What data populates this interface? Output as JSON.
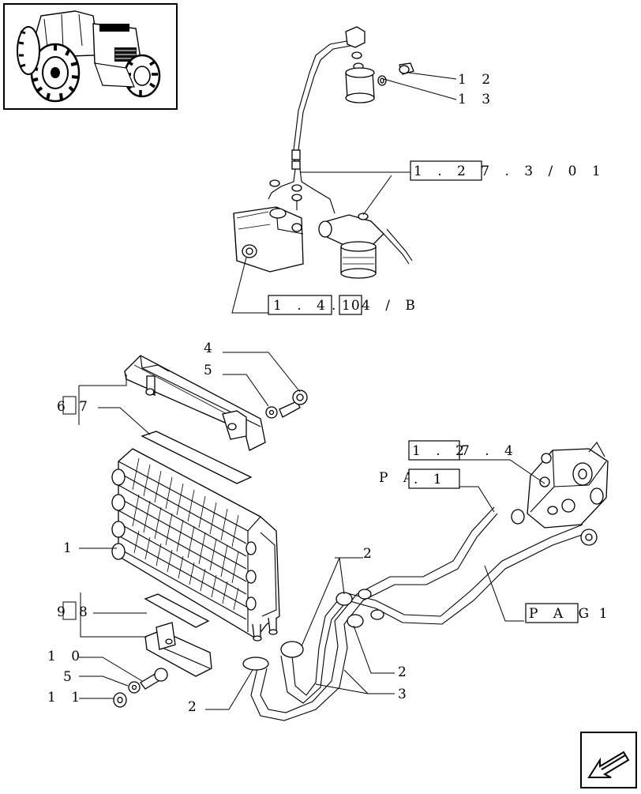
{
  "callouts": {
    "c12": "1 2",
    "c13": "1 3",
    "c4": "4",
    "c5a": "5",
    "c6": "6",
    "c7": "7",
    "c1": "1",
    "c9": "9",
    "c8": "8",
    "c10": "1 0",
    "c5b": "5",
    "c11": "1 1",
    "c2a": "2",
    "c2b": "2",
    "c2c": "2",
    "c3": "3"
  },
  "references": {
    "ref_1_27_3_01": "1 . 2 7 . 3 / 0 1",
    "ref_1_42_main": "1 . 4 2",
    "ref_1_42_dot": ".",
    "ref_1_42_sub": "10",
    "ref_1_42_tail": "4 / B",
    "ref_1_27_4_box": "1 . 2",
    "ref_1_27_4_tail": "7 . 4",
    "pag1_top_prefix": "P A G",
    "pag1_top_box": ". 1",
    "pag1_bot_box": "P A G",
    "pag1_bot_tail": ". 1"
  },
  "icons": {
    "thumbnail": "tractor-thumbnail-icon",
    "nav": "next-page-arrow-icon"
  }
}
